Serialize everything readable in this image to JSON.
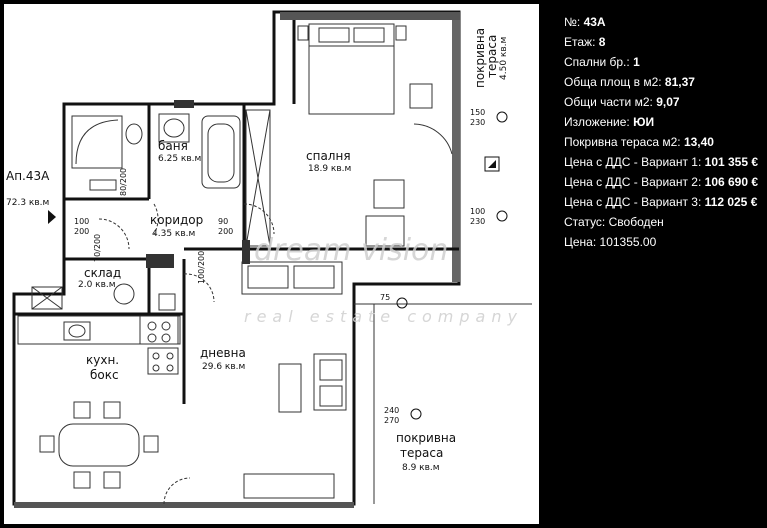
{
  "info": {
    "number_label": "№:",
    "number_value": "43A",
    "floor_label": "Етаж:",
    "floor_value": "8",
    "bedrooms_label": "Спални бр.:",
    "bedrooms_value": "1",
    "total_area_label": "Обща площ в м2:",
    "total_area_value": "81,37",
    "common_parts_label": "Общи части м2:",
    "common_parts_value": "9,07",
    "exposure_label": "Изложение:",
    "exposure_value": "ЮИ",
    "roof_terrace_label": "Покривна тераса м2:",
    "roof_terrace_value": "13,40",
    "price1_label": "Цена с ДДС - Вариант 1:",
    "price1_value": "101 355 €",
    "price2_label": "Цена с ДДС - Вариант 2:",
    "price2_value": "106 690 €",
    "price3_label": "Цена с ДДС - Вариант 3:",
    "price3_value": "112 025 €",
    "status_label": "Статус:",
    "status_value": "Свободен",
    "price_label": "Цена:",
    "price_value": "101355.00"
  },
  "plan": {
    "apartment_label": "Ап.43А",
    "apartment_area": "72.3 кв.м",
    "rooms": {
      "bath_name": "баня",
      "bath_area": "6.25 кв.м",
      "bedroom_name": "спалня",
      "bedroom_area": "18.9 кв.м",
      "corridor_name": "коридор",
      "corridor_area": "4.35 кв.м",
      "storage_name": "склад",
      "storage_area": "2.0 кв.м",
      "kitchen_name1": "кухн.",
      "kitchen_name2": "бокс",
      "living_name": "дневна",
      "living_area": "29.6 кв.м",
      "roof1_name1": "покривна",
      "roof1_name2": "тераса",
      "roof1_area": "4.50 кв.м",
      "roof2_name1": "покривна",
      "roof2_name2": "тераса",
      "roof2_area": "8.9 кв.м"
    },
    "window_marks": {
      "w1_top": "150",
      "w1_bot": "230",
      "w2_top": "100",
      "w2_bot": "230",
      "w3_top": "240",
      "w3_bot": "270",
      "w4_top": "75"
    },
    "door_marks": {
      "d1_top": "100",
      "d1_bot": "200",
      "d2_top": "90",
      "d2_bot": "200",
      "d3": "80/200",
      "d4": "70/200",
      "d5": "100/200"
    },
    "watermark_main": "dream vision",
    "watermark_sub": "real estate company"
  }
}
